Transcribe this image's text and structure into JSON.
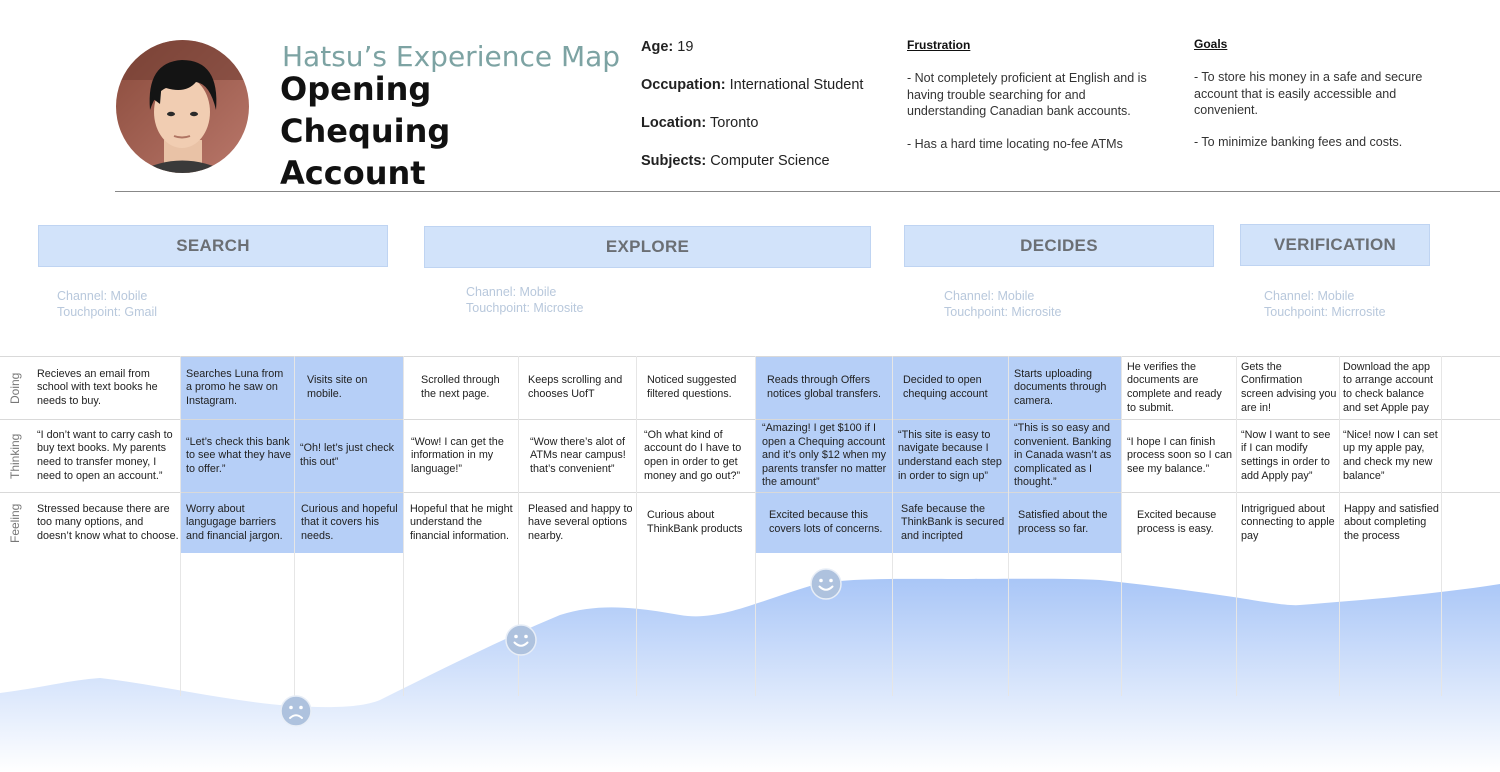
{
  "persona": {
    "subtitle": "Hatsu’s Experience Map",
    "title": "Opening Chequing Account",
    "age_label": "Age:",
    "age": "19",
    "occupation_label": "Occupation:",
    "occupation": "International Student",
    "location_label": "Location:",
    "location": "Toronto",
    "subjects_label": "Subjects:",
    "subjects": "Computer Science"
  },
  "frustration": {
    "title": "Frustration",
    "items": [
      "- Not completely proficient at English and is having trouble searching for and understanding Canadian bank accounts.",
      "- Has a hard time locating no-fee ATMs"
    ]
  },
  "goals": {
    "title": "Goals",
    "items": [
      "- To store his money in a safe and secure account that is easily accessible and convenient.",
      "- To minimize banking fees and costs."
    ]
  },
  "stages": [
    {
      "label": "SEARCH",
      "channel": "Channel: Mobile",
      "touchpoint": "Touchpoint: Gmail"
    },
    {
      "label": "EXPLORE",
      "channel": "Channel: Mobile",
      "touchpoint": "Touchpoint: Microsite"
    },
    {
      "label": "DECIDES",
      "channel": "Channel: Mobile",
      "touchpoint": "Touchpoint: Microsite"
    },
    {
      "label": "VERIFICATION",
      "channel": "Channel: Mobile",
      "touchpoint": "Touchpoint: Micrrosite"
    }
  ],
  "row_labels": {
    "doing": "Doing",
    "thinking": "Thinking",
    "feeling": "Feeling"
  },
  "doing": [
    "Recieves an email from school with text books he needs to buy.",
    "Searches Luna from a promo he saw on Instagram.",
    "Visits site on mobile.",
    "Scrolled through the next page.",
    "Keeps scrolling and chooses UofT",
    "Noticed suggested filtered questions.",
    "Reads through Offers notices global transfers.",
    "Decided to open chequing account",
    "Starts uploading documents through camera.",
    "He verifies the documents are complete and ready to submit.",
    "Gets the Confirmation screen advising you are in!",
    "Download the app to arrange account to check balance and set Apple pay"
  ],
  "thinking": [
    "“I don’t want to carry cash to buy text books. My parents need to transfer money, I need to open an account.”",
    "“Let’s check this bank to see what they have to offer.”",
    "“Oh! let’s just check this out”",
    "“Wow! I can get the information in my language!”",
    "“Wow there’s alot of ATMs near campus! that’s convenient”",
    "“Oh what kind of account do I have to open in order to get money and go out?”",
    "“Amazing! I get $100 if I open a Chequing account and it’s only $12 when my parents transfer no matter the amount”",
    "“This site is easy to navigate because I understand each step in order to sign up”",
    "“This is so easy and convenient. Banking in Canada wasn’t as complicated as I thought.”",
    "“I hope I can finish process soon so I can see my balance.”",
    "“Now I want to see if I can modify settings in order to add Apply pay”",
    "“Nice! now I can set up my apple pay, and check my new balance”"
  ],
  "feeling": [
    "Stressed because there are too many options, and doesn’t know what to choose.",
    "Worry about langugage barriers and financial jargon.",
    "Curious and hopeful that it covers his needs.",
    "Hopeful that he might understand the financial information.",
    "Pleased and happy to have several options nearby.",
    "Curious about ThinkBank products",
    "Excited because this covers lots of concerns.",
    "Safe because the ThinkBank is secured and incripted",
    "Satisfied about the process so far.",
    "Excited because process is easy.",
    "Intrigrigued about connecting to apple pay",
    "Happy and satisfied about completing the process"
  ],
  "emotions": [
    {
      "name": "sad-face-icon",
      "mood": "sad"
    },
    {
      "name": "happy-face-icon",
      "mood": "happy"
    },
    {
      "name": "happy-face-icon",
      "mood": "happy"
    }
  ],
  "colors": {
    "highlight": "#b6cff7",
    "stage": "#d2e3fa",
    "curve": "#a9c6f7",
    "subtitle": "#7da3a3"
  }
}
